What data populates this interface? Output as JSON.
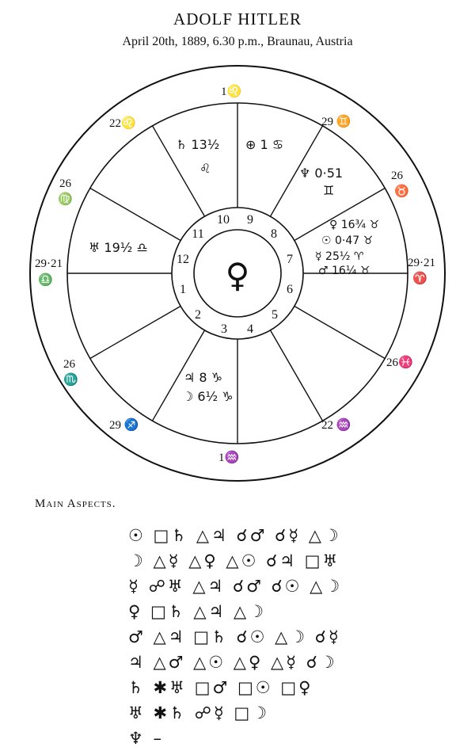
{
  "title": "ADOLF HITLER",
  "subtitle": "April 20th, 1889, 6.30 p.m., Braunau, Austria",
  "chart": {
    "center_symbol": "♀",
    "house_numbers": [
      "1",
      "2",
      "3",
      "4",
      "5",
      "6",
      "7",
      "8",
      "9",
      "10",
      "11",
      "12"
    ],
    "cusps": [
      {
        "deg": "1",
        "sign": "♌"
      },
      {
        "deg": "29",
        "sign": "♊"
      },
      {
        "deg": "26",
        "sign": "♉"
      },
      {
        "deg": "29·21",
        "sign": "♈"
      },
      {
        "deg": "26",
        "sign": "♓"
      },
      {
        "deg": "22",
        "sign": "♒"
      },
      {
        "deg": "1",
        "sign": "♒"
      },
      {
        "deg": "29",
        "sign": "♐"
      },
      {
        "deg": "26",
        "sign": "♏"
      },
      {
        "deg": "29·21",
        "sign": "♎"
      },
      {
        "deg": "26",
        "sign": "♍"
      },
      {
        "deg": "22",
        "sign": "♌"
      }
    ],
    "placements": {
      "saturn": "♄ 13½",
      "saturn_sign": "♌",
      "fortune": "⊕ 1 ♋",
      "neptune": "♆ 0·51",
      "neptune_sign": "♊",
      "uranus": "♅ 19½ ♎",
      "venus": "♀ 16¾ ♉",
      "sun": "☉ 0·47 ♉",
      "mercury": "☿ 25½ ♈",
      "mars": "♂ 16¼ ♉",
      "jupiter": "♃ 8 ♑",
      "moon": "☽ 6½ ♑"
    }
  },
  "aspects": {
    "heading": "Main Aspects.",
    "rows": [
      "☉ □♄ △♃ ☌♂ ☌☿ △☽",
      "☽ △☿ △♀ △☉ ☌♃ □♅",
      "☿ ☍♅ △♃ ☌♂ ☌☉ △☽",
      "♀ □♄ △♃ △☽",
      "♂ △♃ □♄ ☌☉ △☽ ☌☿",
      "♃ △♂ △☉ △♀ △☿ ☌☽",
      "♄ ✱♅ □♂ □☉ □♀",
      "♅ ✱♄ ☍☿ □☽",
      "♆ –"
    ]
  }
}
